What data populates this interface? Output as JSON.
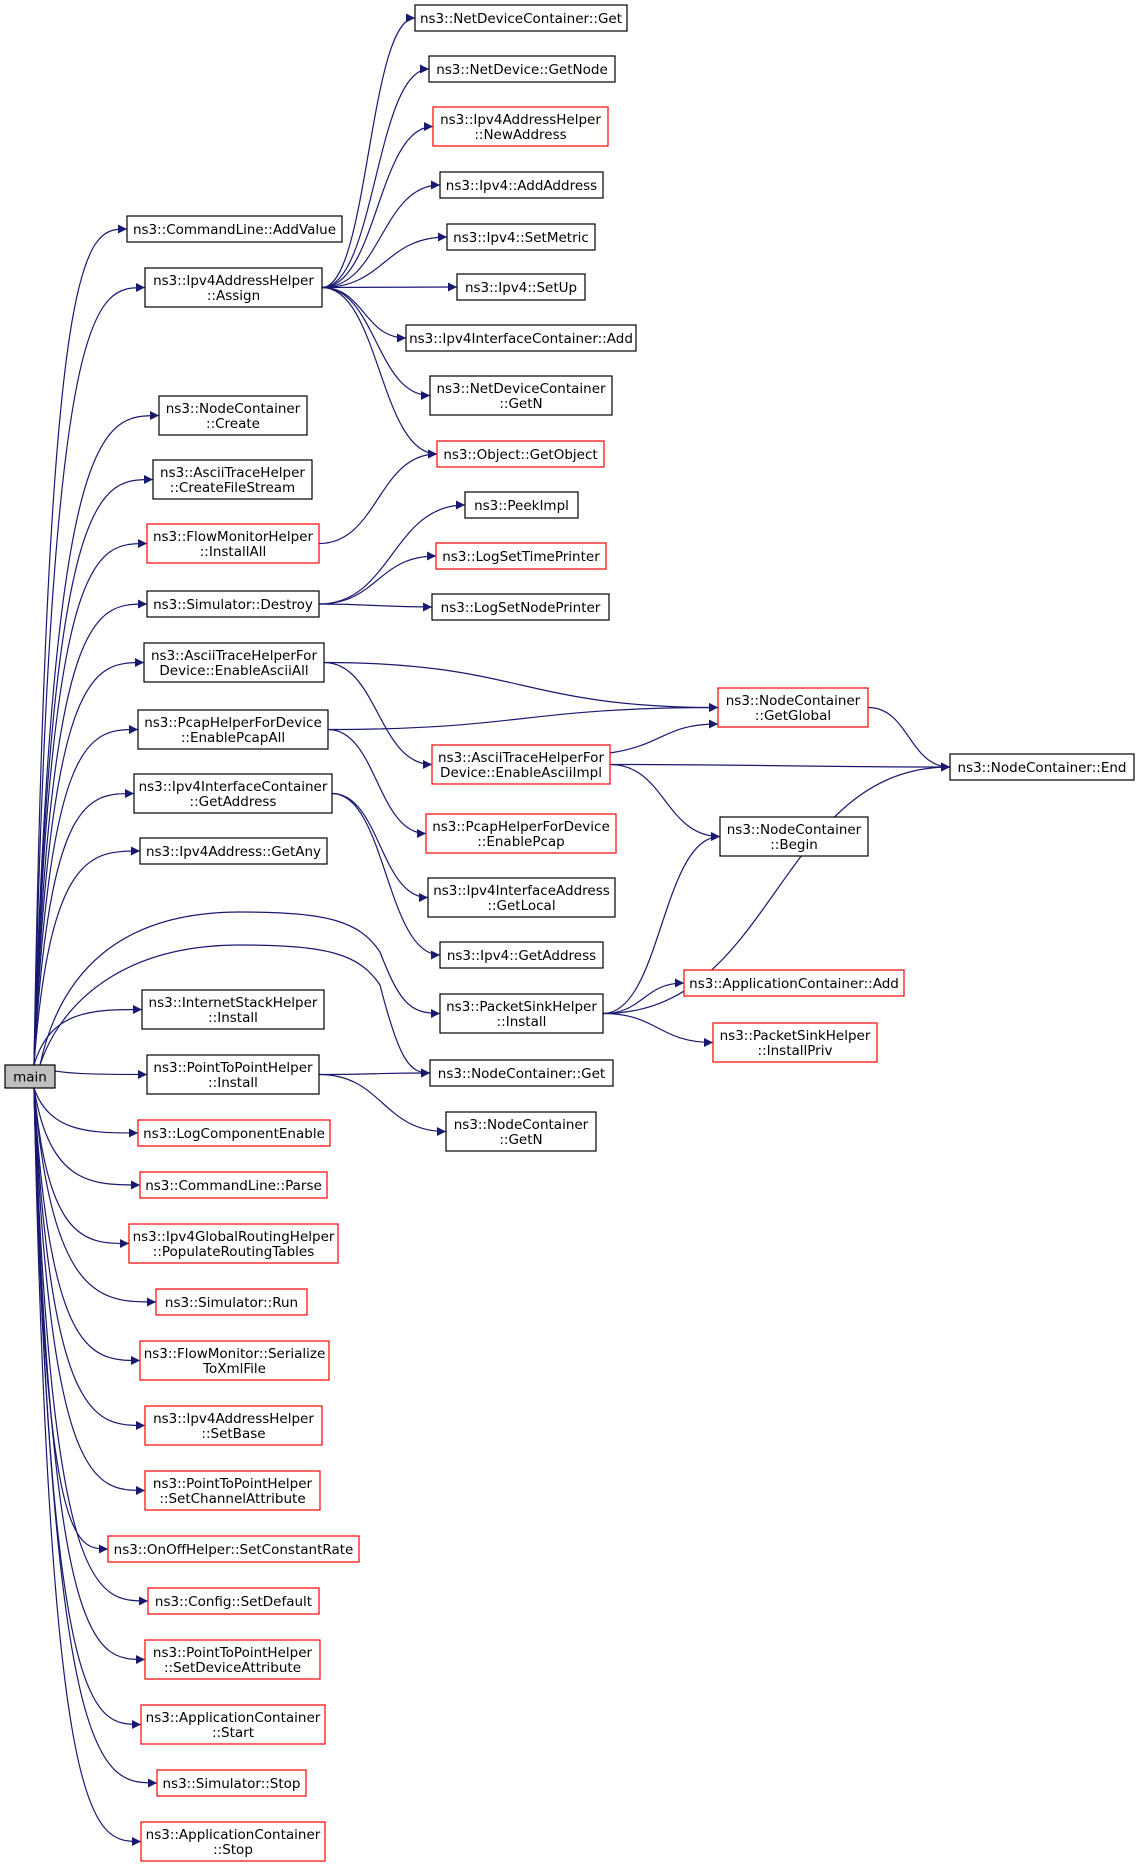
{
  "graph": {
    "colors": {
      "edge": "#191970",
      "normal_border": "#000000",
      "incomplete_border": "#ff0000",
      "root_fill": "#bfbfbf",
      "node_fill": "#ffffff"
    },
    "nodes": [
      {
        "id": "main",
        "lines": [
          "main"
        ],
        "style": "root"
      },
      {
        "id": "cmd_addvalue",
        "lines": [
          "ns3::CommandLine::AddValue"
        ],
        "style": "normal"
      },
      {
        "id": "ipv4ah_assign",
        "lines": [
          "ns3::Ipv4AddressHelper",
          "::Assign"
        ],
        "style": "normal"
      },
      {
        "id": "nc_create",
        "lines": [
          "ns3::NodeContainer",
          "::Create"
        ],
        "style": "normal"
      },
      {
        "id": "ath_createfilestream",
        "lines": [
          "ns3::AsciiTraceHelper",
          "::CreateFileStream"
        ],
        "style": "normal"
      },
      {
        "id": "fmh_installall",
        "lines": [
          "ns3::FlowMonitorHelper",
          "::InstallAll"
        ],
        "style": "incomplete"
      },
      {
        "id": "sim_destroy",
        "lines": [
          "ns3::Simulator::Destroy"
        ],
        "style": "normal"
      },
      {
        "id": "athfd_enableasciiall",
        "lines": [
          "ns3::AsciiTraceHelperFor",
          "Device::EnableAsciiAll"
        ],
        "style": "normal"
      },
      {
        "id": "phfd_enablepcapall",
        "lines": [
          "ns3::PcapHelperForDevice",
          "::EnablePcapAll"
        ],
        "style": "normal"
      },
      {
        "id": "ipv4ic_getaddress",
        "lines": [
          "ns3::Ipv4InterfaceContainer",
          "::GetAddress"
        ],
        "style": "normal"
      },
      {
        "id": "ipv4a_getany",
        "lines": [
          "ns3::Ipv4Address::GetAny"
        ],
        "style": "normal"
      },
      {
        "id": "ish_install",
        "lines": [
          "ns3::InternetStackHelper",
          "::Install"
        ],
        "style": "normal"
      },
      {
        "id": "p2p_install",
        "lines": [
          "ns3::PointToPointHelper",
          "::Install"
        ],
        "style": "normal"
      },
      {
        "id": "logcomponentenable",
        "lines": [
          "ns3::LogComponentEnable"
        ],
        "style": "incomplete"
      },
      {
        "id": "cmd_parse",
        "lines": [
          "ns3::CommandLine::Parse"
        ],
        "style": "incomplete"
      },
      {
        "id": "ipv4grh_populate",
        "lines": [
          "ns3::Ipv4GlobalRoutingHelper",
          "::PopulateRoutingTables"
        ],
        "style": "incomplete"
      },
      {
        "id": "sim_run",
        "lines": [
          "ns3::Simulator::Run"
        ],
        "style": "incomplete"
      },
      {
        "id": "fm_serialize",
        "lines": [
          "ns3::FlowMonitor::Serialize",
          "ToXmlFile"
        ],
        "style": "incomplete"
      },
      {
        "id": "ipv4ah_setbase",
        "lines": [
          "ns3::Ipv4AddressHelper",
          "::SetBase"
        ],
        "style": "incomplete"
      },
      {
        "id": "p2p_setchannel",
        "lines": [
          "ns3::PointToPointHelper",
          "::SetChannelAttribute"
        ],
        "style": "incomplete"
      },
      {
        "id": "onoff_setconstantrate",
        "lines": [
          "ns3::OnOffHelper::SetConstantRate"
        ],
        "style": "incomplete"
      },
      {
        "id": "config_setdefault",
        "lines": [
          "ns3::Config::SetDefault"
        ],
        "style": "incomplete"
      },
      {
        "id": "p2p_setdevice",
        "lines": [
          "ns3::PointToPointHelper",
          "::SetDeviceAttribute"
        ],
        "style": "incomplete"
      },
      {
        "id": "appc_start",
        "lines": [
          "ns3::ApplicationContainer",
          "::Start"
        ],
        "style": "incomplete"
      },
      {
        "id": "sim_stop",
        "lines": [
          "ns3::Simulator::Stop"
        ],
        "style": "incomplete"
      },
      {
        "id": "appc_stop",
        "lines": [
          "ns3::ApplicationContainer",
          "::Stop"
        ],
        "style": "incomplete"
      },
      {
        "id": "ndc_get",
        "lines": [
          "ns3::NetDeviceContainer::Get"
        ],
        "style": "normal"
      },
      {
        "id": "nd_getnode",
        "lines": [
          "ns3::NetDevice::GetNode"
        ],
        "style": "normal"
      },
      {
        "id": "ipv4ah_newaddress",
        "lines": [
          "ns3::Ipv4AddressHelper",
          "::NewAddress"
        ],
        "style": "incomplete"
      },
      {
        "id": "ipv4_addaddress",
        "lines": [
          "ns3::Ipv4::AddAddress"
        ],
        "style": "normal"
      },
      {
        "id": "ipv4_setmetric",
        "lines": [
          "ns3::Ipv4::SetMetric"
        ],
        "style": "normal"
      },
      {
        "id": "ipv4_setup",
        "lines": [
          "ns3::Ipv4::SetUp"
        ],
        "style": "normal"
      },
      {
        "id": "ipv4ic_add",
        "lines": [
          "ns3::Ipv4InterfaceContainer::Add"
        ],
        "style": "normal"
      },
      {
        "id": "ndc_getn",
        "lines": [
          "ns3::NetDeviceContainer",
          "::GetN"
        ],
        "style": "normal"
      },
      {
        "id": "obj_getobject",
        "lines": [
          "ns3::Object::GetObject"
        ],
        "style": "incomplete"
      },
      {
        "id": "peekimpl",
        "lines": [
          "ns3::PeekImpl"
        ],
        "style": "normal"
      },
      {
        "id": "logsettimeprinter",
        "lines": [
          "ns3::LogSetTimePrinter"
        ],
        "style": "incomplete"
      },
      {
        "id": "logsetnodeprinter",
        "lines": [
          "ns3::LogSetNodePrinter"
        ],
        "style": "normal"
      },
      {
        "id": "athfd_enableasciiimpl",
        "lines": [
          "ns3::AsciiTraceHelperFor",
          "Device::EnableAsciiImpl"
        ],
        "style": "incomplete"
      },
      {
        "id": "phfd_enablepcap",
        "lines": [
          "ns3::PcapHelperForDevice",
          "::EnablePcap"
        ],
        "style": "incomplete"
      },
      {
        "id": "ipv4ia_getlocal",
        "lines": [
          "ns3::Ipv4InterfaceAddress",
          "::GetLocal"
        ],
        "style": "normal"
      },
      {
        "id": "ipv4_getaddress",
        "lines": [
          "ns3::Ipv4::GetAddress"
        ],
        "style": "normal"
      },
      {
        "id": "psh_install",
        "lines": [
          "ns3::PacketSinkHelper",
          "::Install"
        ],
        "style": "normal"
      },
      {
        "id": "nc_get",
        "lines": [
          "ns3::NodeContainer::Get"
        ],
        "style": "normal"
      },
      {
        "id": "nc_getn",
        "lines": [
          "ns3::NodeContainer",
          "::GetN"
        ],
        "style": "normal"
      },
      {
        "id": "nc_getglobal",
        "lines": [
          "ns3::NodeContainer",
          "::GetGlobal"
        ],
        "style": "incomplete"
      },
      {
        "id": "nc_begin",
        "lines": [
          "ns3::NodeContainer",
          "::Begin"
        ],
        "style": "normal"
      },
      {
        "id": "appc_add",
        "lines": [
          "ns3::ApplicationContainer::Add"
        ],
        "style": "incomplete"
      },
      {
        "id": "psh_installpriv",
        "lines": [
          "ns3::PacketSinkHelper",
          "::InstallPriv"
        ],
        "style": "incomplete"
      },
      {
        "id": "nc_end",
        "lines": [
          "ns3::NodeContainer::End"
        ],
        "style": "normal"
      }
    ],
    "edges": [
      [
        "main",
        "cmd_addvalue"
      ],
      [
        "main",
        "ipv4ah_assign"
      ],
      [
        "main",
        "nc_create"
      ],
      [
        "main",
        "ath_createfilestream"
      ],
      [
        "main",
        "fmh_installall"
      ],
      [
        "main",
        "sim_destroy"
      ],
      [
        "main",
        "athfd_enableasciiall"
      ],
      [
        "main",
        "phfd_enablepcapall"
      ],
      [
        "main",
        "ipv4ic_getaddress"
      ],
      [
        "main",
        "ipv4a_getany"
      ],
      [
        "main",
        "psh_install"
      ],
      [
        "main",
        "nc_get"
      ],
      [
        "main",
        "ish_install"
      ],
      [
        "main",
        "p2p_install"
      ],
      [
        "main",
        "logcomponentenable"
      ],
      [
        "main",
        "cmd_parse"
      ],
      [
        "main",
        "ipv4grh_populate"
      ],
      [
        "main",
        "sim_run"
      ],
      [
        "main",
        "fm_serialize"
      ],
      [
        "main",
        "ipv4ah_setbase"
      ],
      [
        "main",
        "p2p_setchannel"
      ],
      [
        "main",
        "onoff_setconstantrate"
      ],
      [
        "main",
        "config_setdefault"
      ],
      [
        "main",
        "p2p_setdevice"
      ],
      [
        "main",
        "appc_start"
      ],
      [
        "main",
        "sim_stop"
      ],
      [
        "main",
        "appc_stop"
      ],
      [
        "ipv4ah_assign",
        "ndc_get"
      ],
      [
        "ipv4ah_assign",
        "nd_getnode"
      ],
      [
        "ipv4ah_assign",
        "ipv4ah_newaddress"
      ],
      [
        "ipv4ah_assign",
        "ipv4_addaddress"
      ],
      [
        "ipv4ah_assign",
        "ipv4_setmetric"
      ],
      [
        "ipv4ah_assign",
        "ipv4_setup"
      ],
      [
        "ipv4ah_assign",
        "ipv4ic_add"
      ],
      [
        "ipv4ah_assign",
        "ndc_getn"
      ],
      [
        "ipv4ah_assign",
        "obj_getobject"
      ],
      [
        "fmh_installall",
        "obj_getobject"
      ],
      [
        "sim_destroy",
        "peekimpl"
      ],
      [
        "sim_destroy",
        "logsettimeprinter"
      ],
      [
        "sim_destroy",
        "logsetnodeprinter"
      ],
      [
        "athfd_enableasciiall",
        "nc_getglobal"
      ],
      [
        "athfd_enableasciiall",
        "athfd_enableasciiimpl"
      ],
      [
        "phfd_enablepcapall",
        "nc_getglobal"
      ],
      [
        "phfd_enablepcapall",
        "phfd_enablepcap"
      ],
      [
        "ipv4ic_getaddress",
        "ipv4ia_getlocal"
      ],
      [
        "ipv4ic_getaddress",
        "ipv4_getaddress"
      ],
      [
        "athfd_enableasciiimpl",
        "nc_getglobal"
      ],
      [
        "athfd_enableasciiimpl",
        "nc_end"
      ],
      [
        "athfd_enableasciiimpl",
        "nc_begin"
      ],
      [
        "nc_getglobal",
        "nc_end"
      ],
      [
        "psh_install",
        "nc_begin"
      ],
      [
        "psh_install",
        "nc_end"
      ],
      [
        "psh_install",
        "appc_add"
      ],
      [
        "psh_install",
        "psh_installpriv"
      ],
      [
        "p2p_install",
        "nc_get"
      ],
      [
        "p2p_install",
        "nc_getn"
      ]
    ]
  }
}
